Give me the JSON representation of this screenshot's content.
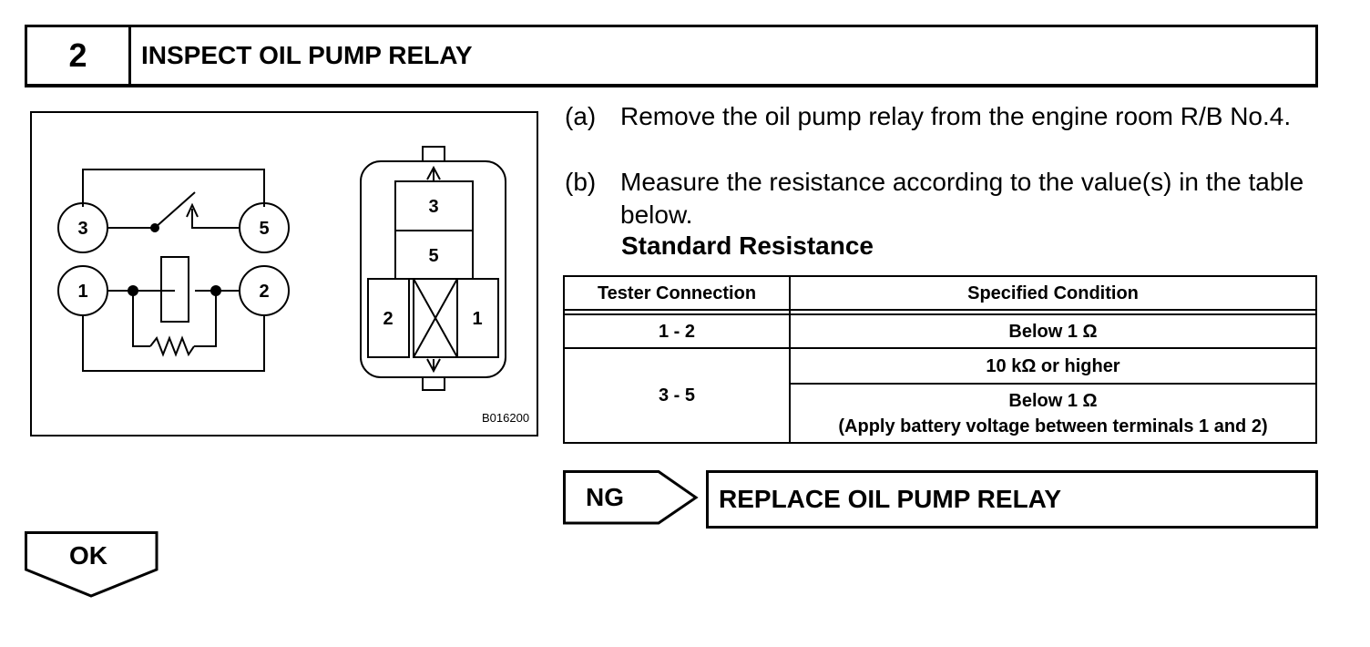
{
  "step": {
    "number": "2",
    "title": "INSPECT OIL PUMP RELAY"
  },
  "figure": {
    "code": "B016200",
    "circuit_terminals": [
      "3",
      "5",
      "1",
      "2"
    ],
    "relay_terminals": [
      "3",
      "5",
      "2",
      "1"
    ]
  },
  "instructions": [
    {
      "tag": "(a)",
      "text": "Remove the oil pump relay from the engine room R/B No.4."
    },
    {
      "tag": "(b)",
      "text": "Measure the resistance according to the value(s) in the table below."
    }
  ],
  "standard_label": "Standard Resistance",
  "table": {
    "headers": [
      "Tester Connection",
      "Specified Condition"
    ],
    "row1": {
      "connection": "1 - 2",
      "condition": "Below 1 Ω"
    },
    "row2": {
      "connection": "3 - 5",
      "condition_a": "10 kΩ or higher",
      "condition_b": "Below 1 Ω",
      "condition_b_note": "(Apply battery voltage between terminals 1 and 2)"
    }
  },
  "ng": {
    "label": "NG",
    "action": "REPLACE OIL PUMP RELAY"
  },
  "ok": {
    "label": "OK"
  }
}
